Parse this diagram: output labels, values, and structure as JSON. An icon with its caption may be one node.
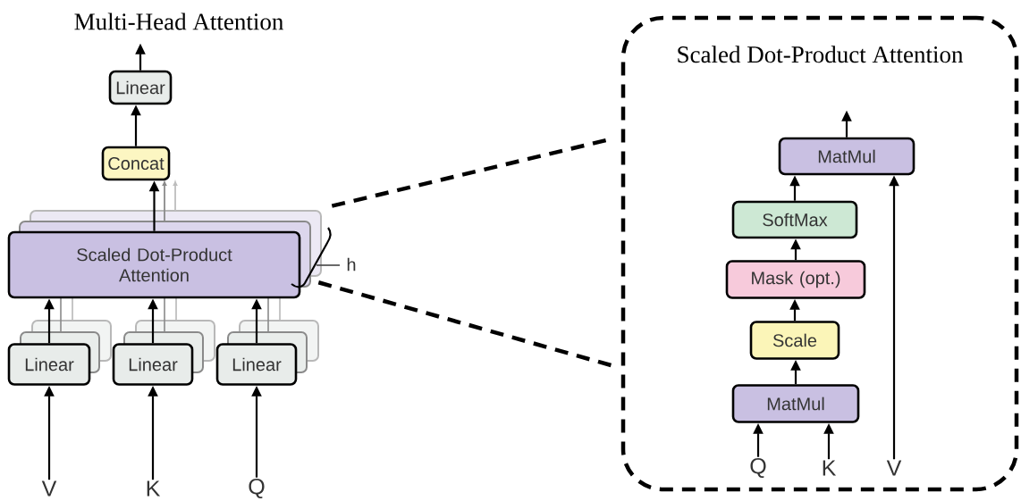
{
  "diagram": {
    "title": "Multi-Head Attention",
    "nodes": [
      {
        "text": [
          "Linear"
        ]
      },
      {
        "text": [
          "Concat"
        ]
      },
      {
        "text": [
          "Scaled Dot-Product Attention"
        ]
      },
      {
        "text": [
          "Linear"
        ]
      },
      {
        "text": [
          "Linear"
        ]
      },
      {
        "text": [
          "Linear"
        ]
      },
      {
        "text": [
          "V"
        ]
      },
      {
        "text": [
          "K"
        ]
      },
      {
        "text": [
          "Q"
        ]
      },
      {
        "text": [
          "Scaled Dot-Product Attention"
        ]
      },
      {
        "text": [
          "MatMul"
        ],
        "in": 9
      },
      {
        "text": [
          "SoftMax"
        ],
        "in": 9
      },
      {
        "text": [
          "Mask (opt.)"
        ],
        "in": 9
      },
      {
        "text": [
          "Scale"
        ],
        "in": 9
      },
      {
        "text": [
          "MatMul"
        ],
        "in": 9
      },
      {
        "text": [
          "Q"
        ],
        "in": 9
      },
      {
        "text": [
          "K"
        ],
        "in": 9
      },
      {
        "text": [
          "V"
        ],
        "in": 9
      }
    ],
    "edges": [
      {
        "from": 0,
        "to": null,
        "arrow": "to"
      },
      {
        "from": 1,
        "to": 0,
        "arrow": "to"
      },
      {
        "from": 2,
        "to": 1,
        "arrow": "to"
      },
      {
        "from": 3,
        "to": 2,
        "arrow": "to"
      },
      {
        "from": 4,
        "to": 2,
        "arrow": "to"
      },
      {
        "from": 5,
        "to": 2,
        "arrow": "to"
      },
      {
        "from": 6,
        "to": 3,
        "arrow": "to"
      },
      {
        "from": 7,
        "to": 4,
        "arrow": "to"
      },
      {
        "from": 8,
        "to": 5,
        "arrow": "to"
      },
      {
        "from": 2,
        "to": 9,
        "arrow": "none",
        "style": "dashed"
      },
      {
        "from": 2,
        "to": 9,
        "arrow": "none",
        "style": "dashed"
      },
      {
        "from": 15,
        "to": 14,
        "arrow": "to"
      },
      {
        "from": 16,
        "to": 14,
        "arrow": "to"
      },
      {
        "from": 14,
        "to": 13,
        "arrow": "to"
      },
      {
        "from": 13,
        "to": 12,
        "arrow": "to"
      },
      {
        "from": 12,
        "to": 11,
        "arrow": "to"
      },
      {
        "from": 11,
        "to": 10,
        "arrow": "to"
      },
      {
        "from": 17,
        "to": 10,
        "arrow": "to"
      },
      {
        "from": 10,
        "to": null,
        "arrow": "to"
      }
    ],
    "labels": [
      "h"
    ]
  }
}
